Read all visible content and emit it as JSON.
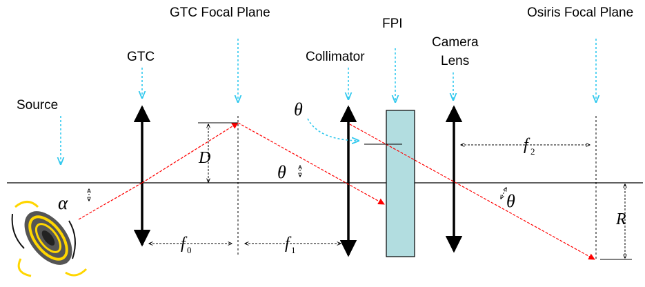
{
  "labels": {
    "source": "Source",
    "gtc": "GTC",
    "gtc_focal_plane": "GTC Focal Plane",
    "collimator": "Collimator",
    "fpi": "FPI",
    "camera_lens_line1": "Camera",
    "camera_lens_line2": "Lens",
    "osiris_focal_plane": "Osiris Focal Plane"
  },
  "symbols": {
    "alpha": "α",
    "theta": "θ",
    "D": "D",
    "R": "R",
    "f": "f",
    "sub0": "0",
    "sub1": "1",
    "sub2": "2"
  },
  "colors": {
    "ray": "#ff0000",
    "pointer": "#33c9ee",
    "fpi_fill": "#b2dde0",
    "lens": "#000000"
  }
}
